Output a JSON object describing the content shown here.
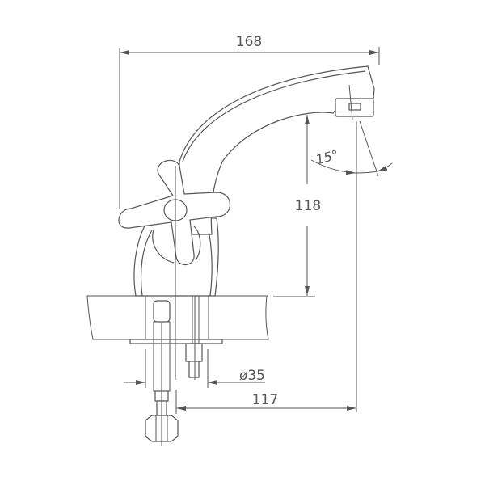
{
  "drawing": {
    "subject": "Single-hole basin faucet with cross handle, side elevation",
    "line_color": "#555555",
    "background": "#ffffff"
  },
  "dimensions": {
    "overall_width": {
      "value": "168",
      "label": "168"
    },
    "spout_height": {
      "value": "118",
      "label": "118"
    },
    "spout_angle": {
      "value": "15°",
      "label": "15°"
    },
    "base_diameter": {
      "value": "Ø35",
      "label": "ø35"
    },
    "spout_reach": {
      "value": "117",
      "label": "117"
    }
  }
}
